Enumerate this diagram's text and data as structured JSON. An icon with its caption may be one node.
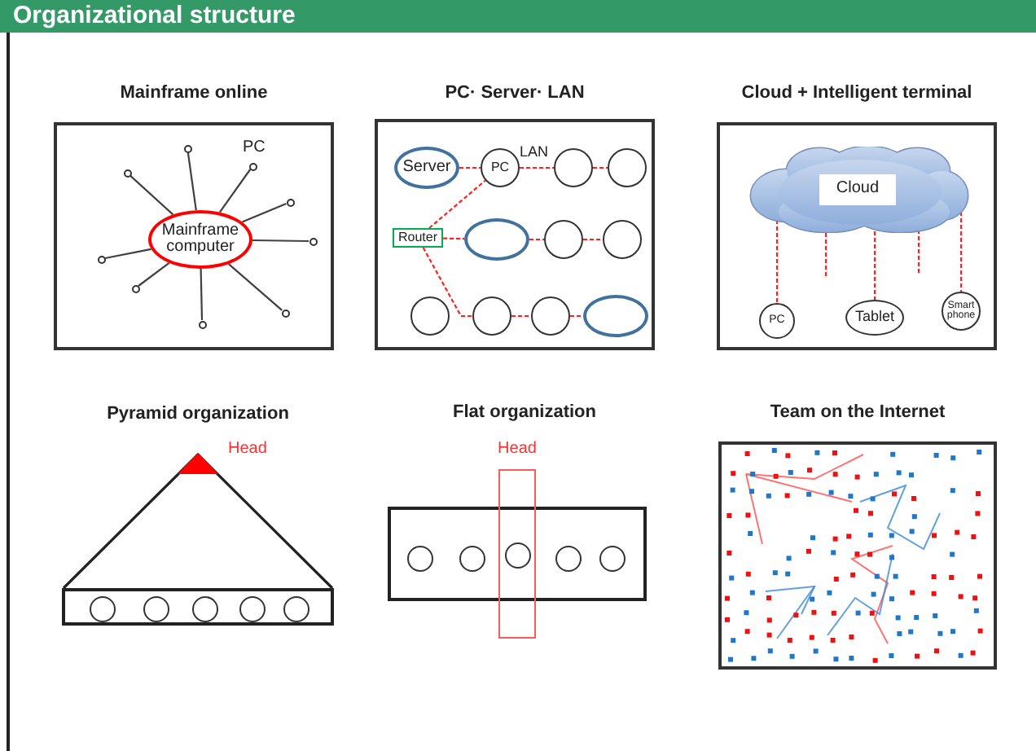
{
  "diagram": {
    "title": "Organizational structure",
    "nodes": [
      {
        "text": [
          "Mainframe online"
        ]
      },
      {
        "text": [
          "Mainframe computer"
        ],
        "in": 0
      },
      {
        "text": [],
        "shape": "circle",
        "in": 0
      },
      {
        "text": [],
        "shape": "circle",
        "in": 0,
        "beside": [
          "PC"
        ]
      },
      {
        "text": [],
        "shape": "circle",
        "in": 0
      },
      {
        "text": [],
        "shape": "circle",
        "in": 0
      },
      {
        "text": [],
        "shape": "circle",
        "in": 0
      },
      {
        "text": [],
        "shape": "circle",
        "in": 0
      },
      {
        "text": [],
        "shape": "circle",
        "in": 0
      },
      {
        "text": [],
        "shape": "circle",
        "in": 0
      },
      {
        "text": [],
        "shape": "circle",
        "in": 0
      },
      {
        "text": [
          "PC· Server· LAN"
        ]
      },
      {
        "text": [
          "Server"
        ],
        "in": 11
      },
      {
        "text": [
          "PC"
        ],
        "in": 11
      },
      {
        "text": [],
        "shape": "circle",
        "in": 11
      },
      {
        "text": [],
        "shape": "circle",
        "in": 11
      },
      {
        "text": [
          "Router"
        ],
        "in": 11
      },
      {
        "text": [],
        "shape": "circle",
        "in": 11
      },
      {
        "text": [],
        "shape": "circle",
        "in": 11
      },
      {
        "text": [],
        "shape": "circle",
        "in": 11
      },
      {
        "text": [],
        "shape": "circle",
        "in": 11
      },
      {
        "text": [],
        "shape": "circle",
        "in": 11
      },
      {
        "text": [],
        "shape": "circle",
        "in": 11
      },
      {
        "text": [],
        "shape": "circle",
        "in": 11
      },
      {
        "text": [
          "Cloud + Intelligent terminal"
        ]
      },
      {
        "text": [
          "Cloud"
        ],
        "in": 24
      },
      {
        "text": [
          "PC"
        ],
        "in": 24
      },
      {
        "text": [
          "Tablet"
        ],
        "in": 24
      },
      {
        "text": [
          "Smart phone"
        ],
        "in": 24
      },
      {
        "text": [
          "Pyramid organization"
        ]
      },
      {
        "text": [],
        "shape": "triangle",
        "in": 29,
        "beside": [
          "Head"
        ]
      },
      {
        "text": [],
        "shape": "bar",
        "in": 29
      },
      {
        "text": [],
        "shape": "circle",
        "in": 31
      },
      {
        "text": [],
        "shape": "circle",
        "in": 31
      },
      {
        "text": [],
        "shape": "circle",
        "in": 31
      },
      {
        "text": [],
        "shape": "circle",
        "in": 31
      },
      {
        "text": [],
        "shape": "circle",
        "in": 31
      },
      {
        "text": [],
        "shape": "box"
      },
      {
        "text": [],
        "shape": "box",
        "beside": [
          "Head"
        ]
      },
      {
        "text": [],
        "shape": "circle",
        "in": 37
      },
      {
        "text": [],
        "shape": "circle",
        "in": 37
      },
      {
        "text": [],
        "shape": "circle"
      },
      {
        "text": [],
        "shape": "circle",
        "in": 37
      },
      {
        "text": [],
        "shape": "circle",
        "in": 37
      },
      {
        "text": [
          "Team on the Internet"
        ]
      }
    ],
    "edges": [
      {
        "from": 1,
        "to": 2,
        "arrow": "none",
        "color": "#404040"
      },
      {
        "from": 1,
        "to": 3,
        "arrow": "none",
        "color": "#404040"
      },
      {
        "from": 1,
        "to": 4,
        "arrow": "none",
        "color": "#404040"
      },
      {
        "from": 1,
        "to": 5,
        "arrow": "none",
        "color": "#404040"
      },
      {
        "from": 1,
        "to": 6,
        "arrow": "none",
        "color": "#404040"
      },
      {
        "from": 1,
        "to": 7,
        "arrow": "none",
        "color": "#404040"
      },
      {
        "from": 1,
        "to": 8,
        "arrow": "none",
        "color": "#404040"
      },
      {
        "from": 1,
        "to": 9,
        "arrow": "none",
        "color": "#404040"
      },
      {
        "from": 1,
        "to": 10,
        "arrow": "none",
        "color": "#404040"
      },
      {
        "from": 12,
        "to": 13,
        "arrow": "none",
        "style": "dashed"
      },
      {
        "from": 16,
        "to": 13,
        "arrow": "none",
        "style": "dashed"
      },
      {
        "from": 13,
        "to": 14,
        "arrow": "none",
        "style": "dashed",
        "label": "LAN"
      },
      {
        "from": 14,
        "to": 15,
        "arrow": "none",
        "style": "dashed"
      },
      {
        "from": 16,
        "to": 17,
        "arrow": "none",
        "style": "dashed"
      },
      {
        "from": 17,
        "to": 18,
        "arrow": "none",
        "style": "dashed"
      },
      {
        "from": 18,
        "to": 19,
        "arrow": "none",
        "style": "dashed"
      },
      {
        "from": 16,
        "to": 21,
        "arrow": "none",
        "style": "dashed"
      },
      {
        "from": 21,
        "to": 22,
        "arrow": "none",
        "style": "dashed"
      },
      {
        "from": 22,
        "to": 23,
        "arrow": "none",
        "style": "dashed"
      },
      {
        "from": 25,
        "to": 26,
        "arrow": "none",
        "style": "dashed"
      },
      {
        "from": 25,
        "to": null,
        "arrow": "none",
        "style": "dashed"
      },
      {
        "from": 25,
        "to": 27,
        "arrow": "none",
        "style": "dashed"
      },
      {
        "from": 25,
        "to": null,
        "arrow": "none",
        "style": "dashed"
      },
      {
        "from": 25,
        "to": 28,
        "arrow": "none",
        "style": "dashed"
      }
    ],
    "labels": [
      "Flat organization"
    ]
  }
}
